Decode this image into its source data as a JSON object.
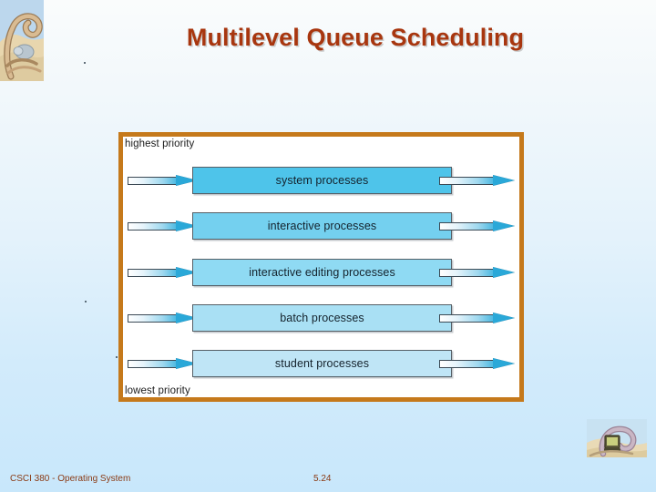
{
  "slide": {
    "title": "Multilevel Queue Scheduling",
    "background_top_color": "#fafcfc",
    "background_bottom_color": "#c8e7fb",
    "title_color": "#a8360f"
  },
  "corner_logo": {
    "name": "dinosaur-illustration"
  },
  "figure": {
    "border_color": "#c5791b",
    "background_color": "#ffffff",
    "highest_priority_label": "highest priority",
    "lowest_priority_label": "lowest priority",
    "queues": [
      {
        "label": "system processes",
        "fill": "#4ec4ea"
      },
      {
        "label": "interactive processes",
        "fill": "#74d0ef"
      },
      {
        "label": "interactive editing processes",
        "fill": "#8fdaf3"
      },
      {
        "label": "batch processes",
        "fill": "#a9e0f4"
      },
      {
        "label": "student processes",
        "fill": "#bfe5f6"
      }
    ]
  },
  "footer": {
    "course": "CSCI 380 - Operating System",
    "page_number": "5.24",
    "logo_name": "dinosaur-computer-illustration"
  }
}
